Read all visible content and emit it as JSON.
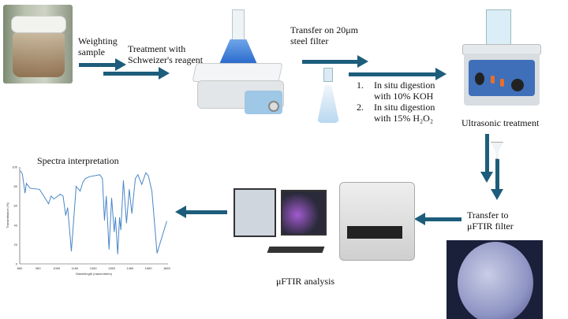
{
  "steps": {
    "weighting": "Weighting sample",
    "weighting_lines": [
      "Weighting",
      "sample"
    ],
    "treatment_lines": [
      "Treatment with",
      "Schweizer's reagent"
    ],
    "transfer_filter_lines": [
      "Transfer on 20μm",
      "steel filter"
    ],
    "digestion": [
      {
        "num": "1.",
        "lines": [
          "In situ digestion",
          "with 10% KOH"
        ]
      },
      {
        "num": "2.",
        "lines": [
          "In situ digestion",
          "with 15% H₂O₂"
        ]
      }
    ],
    "ultrasonic": "Ultrasonic treatment",
    "transfer_ftir_lines": [
      "Transfer to",
      "μFTIR filter"
    ],
    "ftir_analysis": "μFTIR analysis",
    "spectra": "Spectra interpretation"
  },
  "colors": {
    "arrow": "#1d5d7b",
    "spectrum_line": "#4a86c8"
  },
  "chart_data": {
    "type": "line",
    "title": "Spectra interpretation",
    "xlabel": "Wavelength (nanometers)",
    "ylabel": "Transmittance (%)",
    "xlim": [
      860,
      1690
    ],
    "ylim": [
      0,
      100
    ],
    "xticks": [
      "860",
      "960",
      "1060",
      "1160",
      "1260",
      "1360",
      "1460",
      "1560",
      "1660"
    ],
    "yticks": [
      "0",
      "20",
      "40",
      "60",
      "80",
      "100"
    ],
    "x": [
      864,
      867,
      874,
      889,
      896,
      917,
      967,
      981,
      1017,
      1031,
      1046,
      1081,
      1096,
      1110,
      1121,
      1141,
      1167,
      1189,
      1203,
      1217,
      1239,
      1296,
      1310,
      1321,
      1331,
      1346,
      1360,
      1374,
      1381,
      1393,
      1403,
      1410,
      1424,
      1441,
      1456,
      1470,
      1489,
      1503,
      1524,
      1546,
      1560,
      1579,
      1607,
      1660
    ],
    "y": [
      96,
      95,
      93,
      73,
      83,
      78,
      77,
      73,
      62,
      70,
      67,
      72,
      70,
      50,
      58,
      13,
      80,
      75,
      84,
      88,
      90,
      92,
      88,
      45,
      70,
      15,
      68,
      33,
      48,
      10,
      48,
      35,
      86,
      42,
      77,
      52,
      88,
      92,
      82,
      94,
      91,
      75,
      11,
      44
    ]
  }
}
